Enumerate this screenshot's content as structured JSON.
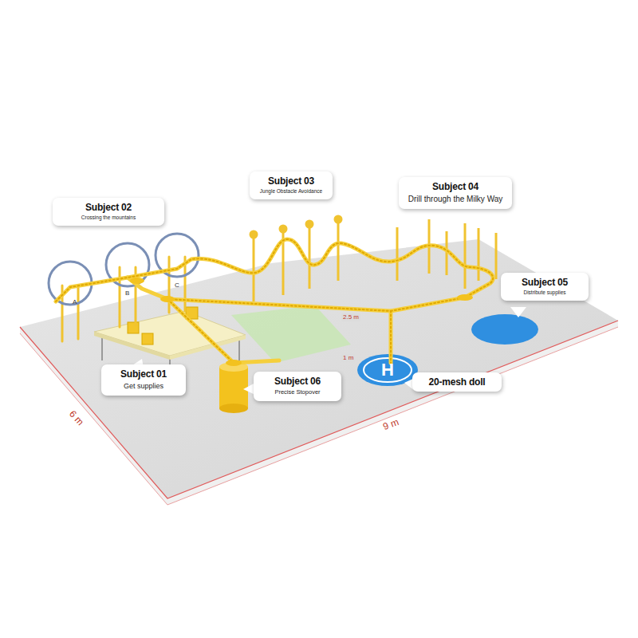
{
  "diagram": {
    "nodes": [
      {
        "text": [
          "Subject 02",
          "Crossing the mountains"
        ]
      },
      {
        "text": [
          "Subject 03",
          "Jungle Obstacle Avoidance"
        ]
      },
      {
        "text": [
          "Subject 04",
          "Drill through the Milky Way"
        ]
      },
      {
        "text": [
          "Subject 05",
          "Distribute supplies"
        ]
      },
      {
        "text": [
          "Subject 01",
          "Get supplies"
        ]
      },
      {
        "text": [
          "Subject 06",
          "Precise Stopover"
        ]
      },
      {
        "text": [
          "20-mesh doll"
        ]
      }
    ],
    "labels": [
      "A",
      "B",
      "C",
      "2.5 m",
      "1 m",
      "H",
      "6 m",
      "9 m"
    ]
  }
}
